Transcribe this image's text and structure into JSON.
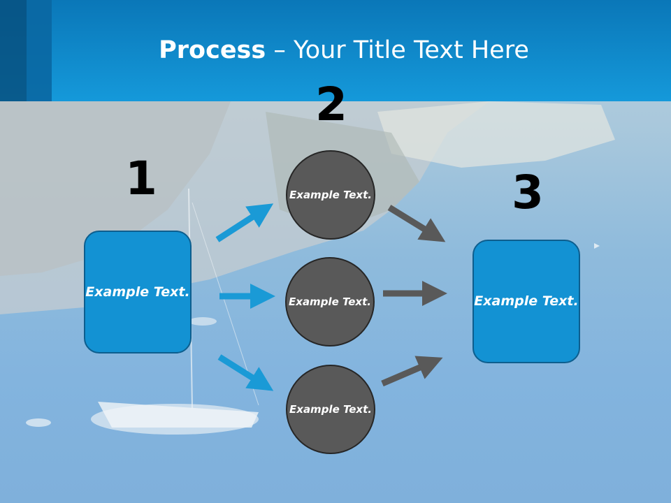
{
  "title": {
    "bold": "Process",
    "rest": " – Your Title Text Here"
  },
  "steps": {
    "one": {
      "number": "1",
      "label": "Example Text."
    },
    "two": {
      "number": "2",
      "labels": [
        "Example Text.",
        "Example Text.",
        "Example Text."
      ]
    },
    "three": {
      "number": "3",
      "label": "Example Text."
    }
  },
  "colors": {
    "header": "#1599da",
    "box": "#1392d3",
    "circle": "#595959",
    "arrow_blue": "#1a9ad6",
    "arrow_grey": "#595959"
  }
}
